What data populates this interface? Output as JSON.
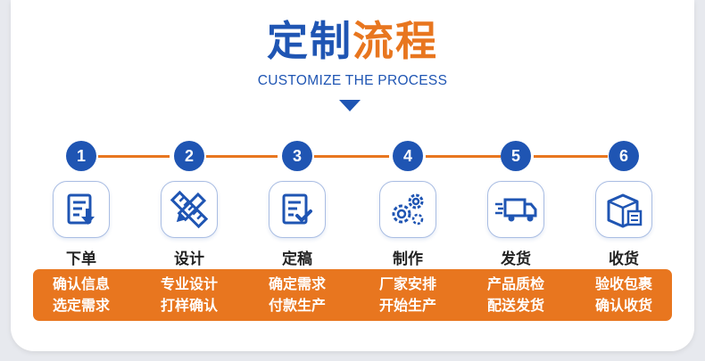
{
  "header": {
    "title_part1": "定制",
    "title_part2": "流程",
    "subtitle": "CUSTOMIZE THE PROCESS"
  },
  "colors": {
    "blue": "#1f55b3",
    "orange": "#e8761f"
  },
  "steps": [
    {
      "num": "1",
      "icon": "order-document-icon",
      "label": "下单",
      "desc1": "确认信息",
      "desc2": "选定需求"
    },
    {
      "num": "2",
      "icon": "ruler-pencil-icon",
      "label": "设计",
      "desc1": "专业设计",
      "desc2": "打样确认"
    },
    {
      "num": "3",
      "icon": "document-check-icon",
      "label": "定稿",
      "desc1": "确定需求",
      "desc2": "付款生产"
    },
    {
      "num": "4",
      "icon": "gears-icon",
      "label": "制作",
      "desc1": "厂家安排",
      "desc2": "开始生产"
    },
    {
      "num": "5",
      "icon": "delivery-truck-icon",
      "label": "发货",
      "desc1": "产品质检",
      "desc2": "配送发货"
    },
    {
      "num": "6",
      "icon": "package-box-icon",
      "label": "收货",
      "desc1": "验收包裹",
      "desc2": "确认收货"
    }
  ]
}
